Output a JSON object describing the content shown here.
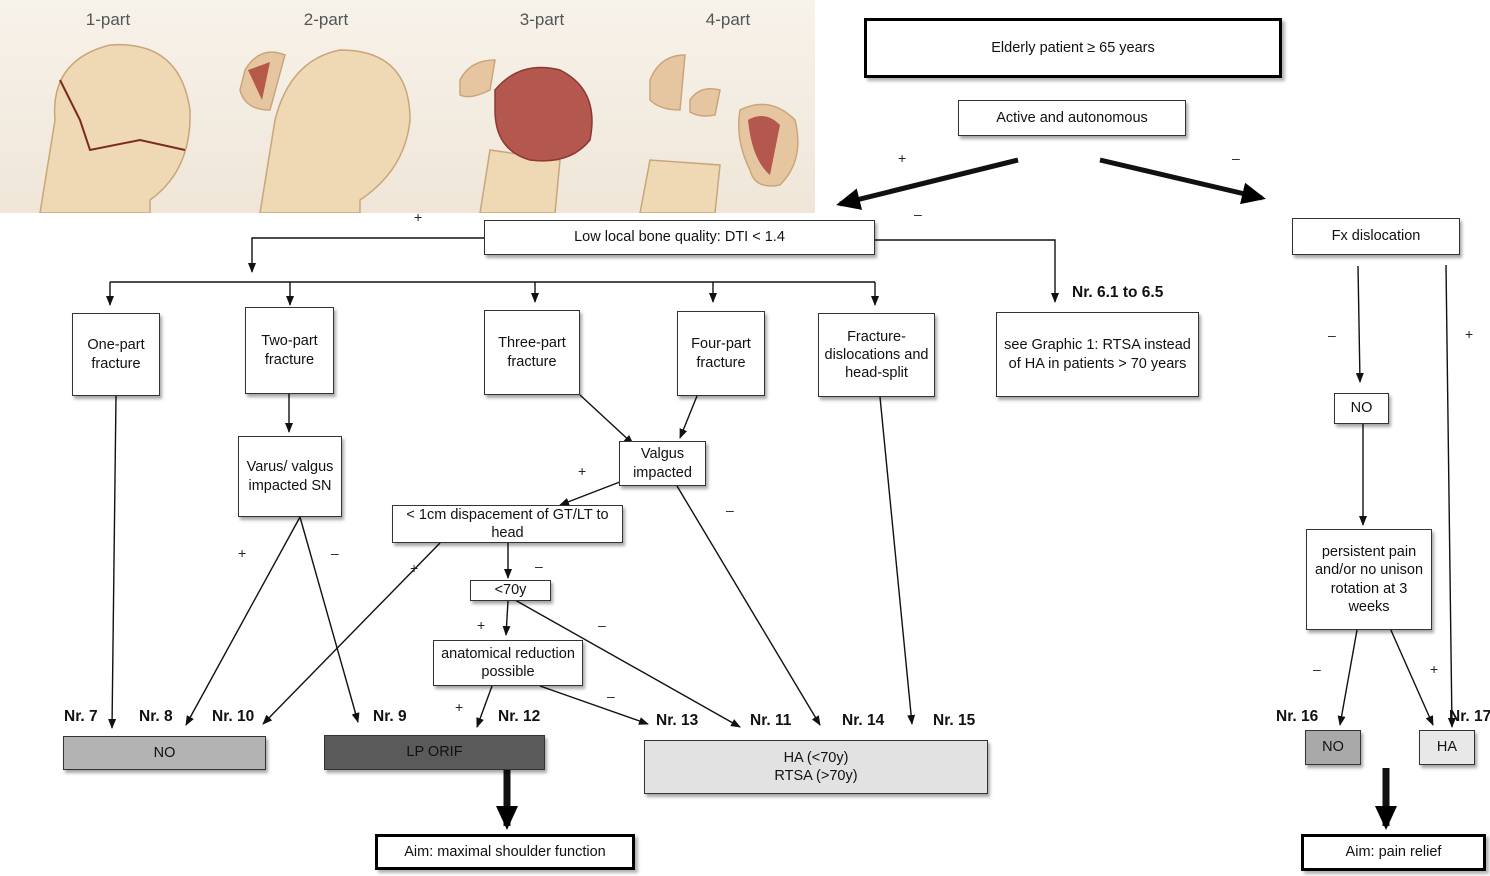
{
  "illustration": {
    "labels": [
      "1-part",
      "2-part",
      "3-part",
      "4-part"
    ]
  },
  "boxes": {
    "elderly": "Elderly patient ≥ 65 years",
    "active": "Active and autonomous",
    "low_bone": "Low local bone quality: DTI < 1.4",
    "fx_dislocation": "Fx dislocation",
    "one_part": "One-part fracture",
    "two_part": "Two-part fracture",
    "three_part": "Three-part fracture",
    "four_part": "Four-part fracture",
    "fracture_dislocations": "Fracture-dislocations and head-split",
    "see_graphic": "see Graphic 1: RTSA instead of HA in patients > 70 years",
    "varus_valgus": "Varus/ valgus impacted SN",
    "valgus_impacted": "Valgus impacted",
    "displacement": "< 1cm dispacement of GT/LT to head",
    "age_lt70": "<70y",
    "anatomical": "anatomical reduction possible",
    "no_right": "NO",
    "persistent_pain": "persistent pain and/or no unison rotation at 3 weeks",
    "result_no": "NO",
    "result_lp_orif": "LP ORIF",
    "result_ha_line1": "HA (<70y)",
    "result_ha_line2": "RTSA (>70y)",
    "result_no_right": "NO",
    "result_ha_right": "HA",
    "aim_function": "Aim: maximal shoulder function",
    "aim_pain": "Aim: pain relief"
  },
  "nr_labels": {
    "nr_6": "Nr. 6.1 to 6.5",
    "nr_7": "Nr. 7",
    "nr_8": "Nr. 8",
    "nr_10": "Nr. 10",
    "nr_9": "Nr. 9",
    "nr_12": "Nr. 12",
    "nr_13": "Nr. 13",
    "nr_11": "Nr. 11",
    "nr_14": "Nr. 14",
    "nr_15": "Nr. 15",
    "nr_16": "Nr. 16",
    "nr_17": "Nr. 17"
  },
  "signs": {
    "plus": "+",
    "minus": "–"
  },
  "colors": {
    "result_no": "#b3b3b3",
    "result_lp_orif": "#5a5a5a",
    "result_ha": "#e2e2e2"
  }
}
